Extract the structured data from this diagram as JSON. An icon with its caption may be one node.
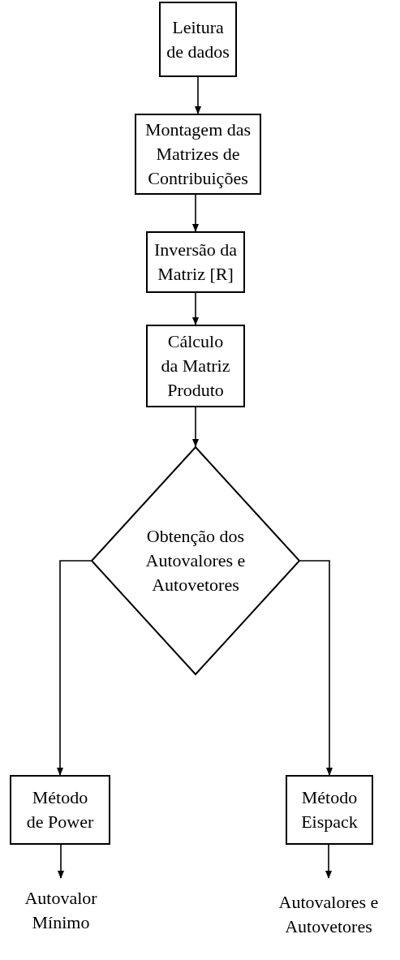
{
  "diagram": {
    "nodes": [
      {
        "text": [
          "Leitura de dados"
        ]
      },
      {
        "text": [
          "Montagem das Matrizes de Contribuições"
        ]
      },
      {
        "text": [
          "Inversão da Matriz [R]"
        ]
      },
      {
        "text": [
          "Cálculo da Matriz Produto"
        ]
      },
      {
        "text": [
          "Obtenção dos Autovalores e Autovetores"
        ]
      },
      {
        "text": [
          "Método de Power"
        ]
      },
      {
        "text": [
          "Método Eispack"
        ]
      },
      {
        "text": [
          "Autovalor Mínimo"
        ]
      },
      {
        "text": [
          "Autovalores e Autovetores"
        ]
      }
    ],
    "edges": [
      {
        "from": 0,
        "to": 1,
        "arrow": "to"
      },
      {
        "from": 1,
        "to": 2,
        "arrow": "to"
      },
      {
        "from": 2,
        "to": 3,
        "arrow": "to"
      },
      {
        "from": 3,
        "to": 4,
        "arrow": "to"
      },
      {
        "from": 4,
        "to": 5,
        "arrow": "to"
      },
      {
        "from": 4,
        "to": 6,
        "arrow": "to"
      },
      {
        "from": 5,
        "to": 7,
        "arrow": "to"
      },
      {
        "from": 6,
        "to": 8,
        "arrow": "to"
      }
    ]
  }
}
